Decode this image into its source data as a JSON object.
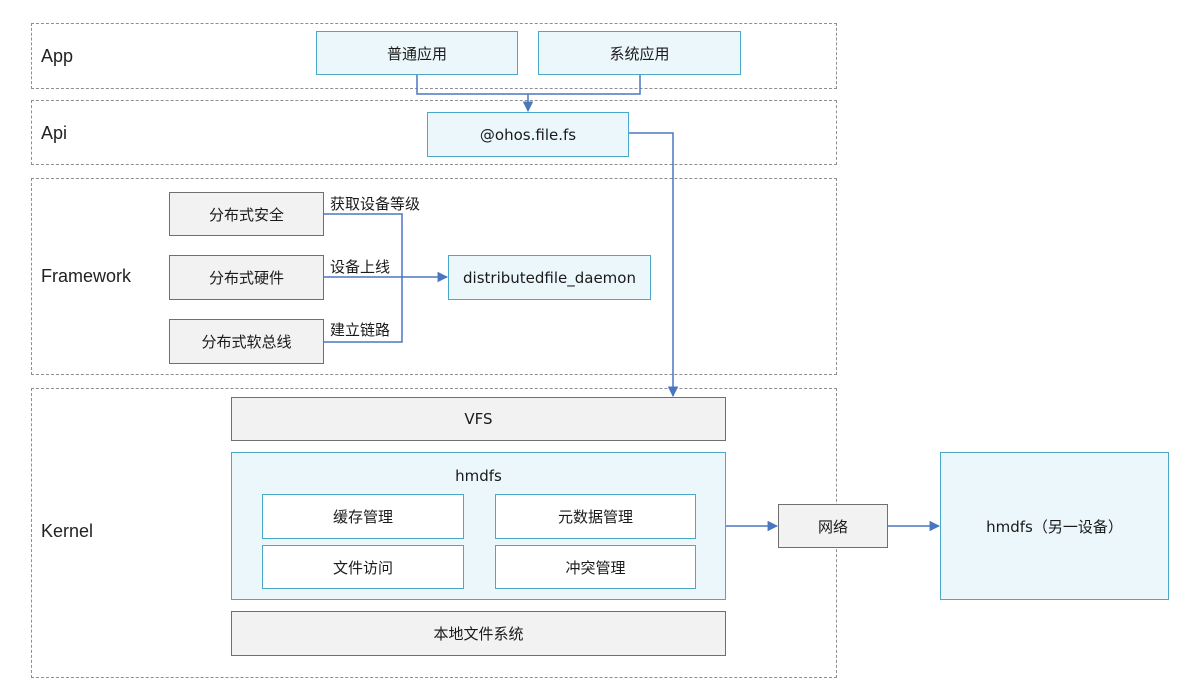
{
  "layers": {
    "app": "App",
    "api": "Api",
    "framework": "Framework",
    "kernel": "Kernel"
  },
  "app": {
    "normal_app": "普通应用",
    "system_app": "系统应用"
  },
  "api": {
    "module": "@ohos.file.fs"
  },
  "framework": {
    "security": "分布式安全",
    "hardware": "分布式硬件",
    "softbus": "分布式软总线",
    "daemon": "distributedfile_daemon",
    "edge_security": "获取设备等级",
    "edge_hardware": "设备上线",
    "edge_softbus": "建立链路"
  },
  "kernel": {
    "vfs": "VFS",
    "hmdfs": "hmdfs",
    "cache": "缓存管理",
    "metadata": "元数据管理",
    "file_access": "文件访问",
    "conflict": "冲突管理",
    "local_fs": "本地文件系统"
  },
  "network": "网络",
  "remote_hmdfs": "hmdfs（另一设备）",
  "colors": {
    "line": "#4a76c0",
    "blue_border": "#4aa9c9",
    "blue_fill": "#ecf7fb",
    "gray_fill": "#f2f2f2"
  }
}
